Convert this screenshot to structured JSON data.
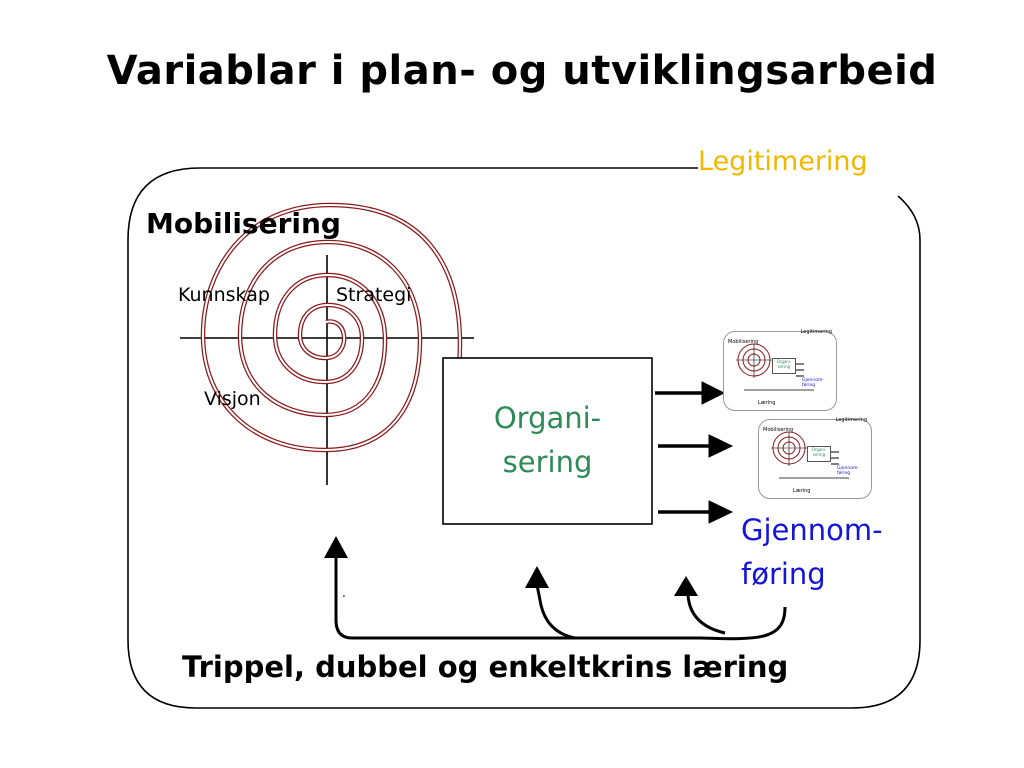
{
  "title": "Variablar i plan- og utviklingsarbeid",
  "labels": {
    "legitimering": "Legitimering",
    "mobilisering": "Mobilisering",
    "kunnskap": "Kunnskap",
    "strategi": "Strategi",
    "visjon": "Visjon",
    "organisering_line1": "Organi-",
    "organisering_line2": "sering",
    "gjennomforing_line1": "Gjennom-",
    "gjennomforing_line2": "føring",
    "laering": "Trippel, dubbel og enkeltkrins læring",
    "dot": "."
  },
  "mini_diagram": {
    "legitimering": "Legitimering",
    "mobilisering": "Mobilisering",
    "org": "Organi-sering",
    "gjen": "Gjennom-føring",
    "laering": "Læring"
  },
  "colors": {
    "legitimering": "#f2b800",
    "organisering": "#2e8a57",
    "gjennomforing": "#1515d8",
    "spiral": "#8b1a1a"
  }
}
